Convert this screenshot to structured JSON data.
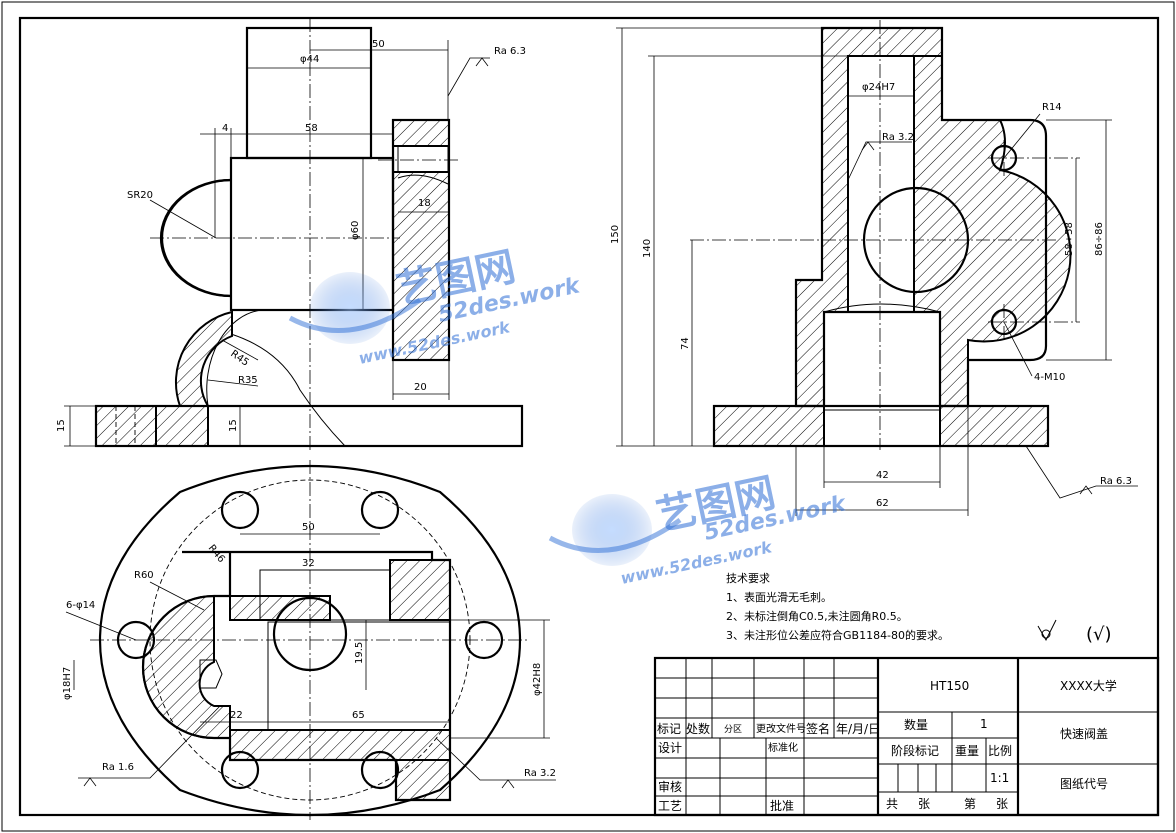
{
  "dimensions": {
    "phi44": "φ44",
    "d50_top": "50",
    "ra63_top": "Ra 6.3",
    "d4": "4",
    "d58": "58",
    "sr20": "SR20",
    "phi60": "φ60",
    "d18": "18",
    "r45": "R45",
    "r35": "R35",
    "d20": "20",
    "d15_left": "15",
    "d15_inner": "15",
    "d150": "150",
    "d140": "140",
    "phi24h7": "φ24H7",
    "ra32_mid": "Ra 3.2",
    "r14": "R14",
    "d5858": "58÷58",
    "d8686": "86÷86",
    "d74": "74",
    "m10": "4-M10",
    "d42": "42",
    "d62": "62",
    "ra63_right": "Ra 6.3",
    "d50_plan": "50",
    "r46": "R46",
    "d32": "32",
    "r60": "R60",
    "holes": "6-φ14",
    "phi18h7": "φ18H7",
    "d195": "19.5",
    "phi42h8": "φ42H8",
    "d22": "22",
    "d65": "65",
    "ra16": "Ra 1.6",
    "ra32_bottom": "Ra 3.2"
  },
  "notes": {
    "heading": "技术要求",
    "line1": "1、表面光滑无毛刺。",
    "line2": "2、未标注倒角C0.5,未注圆角R0.5。",
    "line3": "3、未注形位公差应符合GB1184-80的要求。",
    "roughness_symbol": "(√)"
  },
  "title_block": {
    "material": "HT150",
    "school": "XXXX大学",
    "part_name": "快速阀盖",
    "drawing_no": "图纸代号",
    "qty_label": "数量",
    "qty_value": "1",
    "stage_mark": "阶段标记",
    "weight": "重量",
    "scale_label": "比例",
    "scale_value": "1:1",
    "total": "共",
    "sheets": "张",
    "sheet_no": "第",
    "sheets2": "张",
    "mark": "标记",
    "count": "处数",
    "zone": "分区",
    "change_doc": "更改文件号",
    "sign": "签名",
    "date": "年/月/日",
    "design": "设计",
    "standard": "标准化",
    "review": "审核",
    "process": "工艺",
    "approve": "批准"
  },
  "watermark": {
    "brand": "艺图网",
    "url_upper": "52des.work",
    "url_lower": "www.52des.work",
    "brand2": "艺图网",
    "url2_upper": "52des.work",
    "url2_lower": "www.52des.work"
  }
}
